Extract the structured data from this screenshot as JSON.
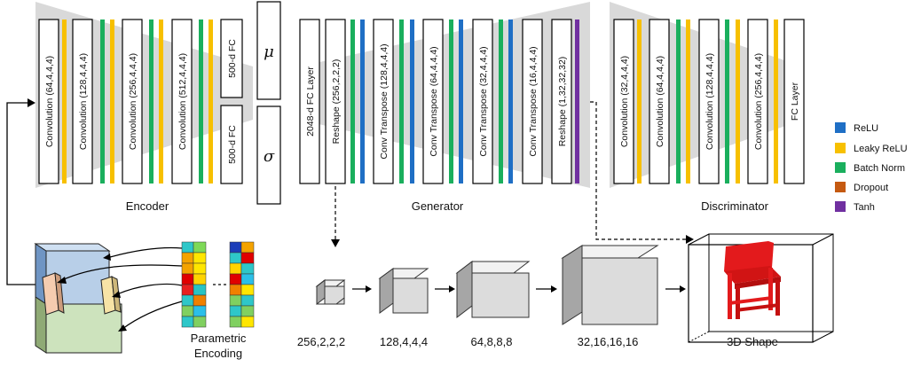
{
  "encoder": {
    "title": "Encoder",
    "layers": [
      "Convolution (64,4,4,4)",
      "Convolution (128,4,4,4)",
      "Convolution (256,4,4,4)",
      "Convolution (512,4,4,4)"
    ],
    "fc_top": "500-d FC",
    "fc_bottom": "500-d FC",
    "mu": "μ",
    "sigma": "σ"
  },
  "generator": {
    "title": "Generator",
    "layers": [
      "2048-d FC Layer",
      "Reshape (256,2,2,2)",
      "Conv Transpose (128,4,4,4)",
      "Conv Transpose (64,4,4,4)",
      "Conv Transpose (32,4,4,4)",
      "Conv Transpose (16,4,4,4)",
      "Reshape (1,32,32,32)"
    ]
  },
  "discriminator": {
    "title": "Discriminator",
    "layers": [
      "Convolution (32,4,4,4)",
      "Convolution (64,4,4,4)",
      "Convolution (128,4,4,4)",
      "Convolution (256,4,4,4)",
      "FC Layer"
    ]
  },
  "legend": [
    {
      "label": "ReLU",
      "color": "#1f6fc5"
    },
    {
      "label": "Leaky ReLU",
      "color": "#f7c000"
    },
    {
      "label": "Batch Norm",
      "color": "#1aaf5d"
    },
    {
      "label": "Dropout",
      "color": "#c55a11"
    },
    {
      "label": "Tanh",
      "color": "#7030a0"
    }
  ],
  "volumes": {
    "labels": [
      "256,2,2,2",
      "128,4,4,4",
      "64,8,8,8",
      "32,16,16,16"
    ],
    "shape_label": "3D Shape"
  },
  "parametric": {
    "label_line1": "Parametric",
    "label_line2": "Encoding"
  },
  "colors": {
    "relu": "#1f6fc5",
    "leaky_relu": "#f7c000",
    "batch_norm": "#1aaf5d",
    "tanh": "#7030a0",
    "trapezoid": "#d9d9d9",
    "chair_red": "#e31a1c"
  }
}
